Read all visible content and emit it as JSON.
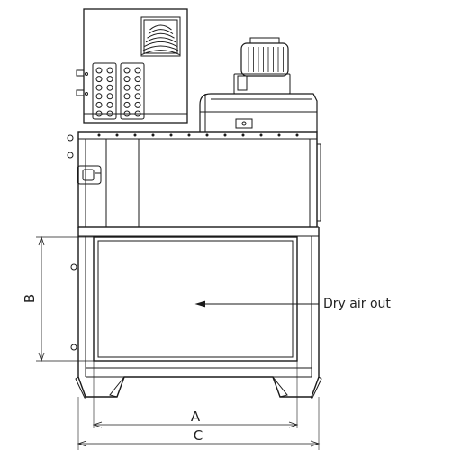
{
  "labels": {
    "dim_a": "A",
    "dim_b": "B",
    "dim_c": "C",
    "annotation": "Dry air out"
  },
  "colors": {
    "line": "#1a1a1a",
    "background": "#ffffff"
  }
}
